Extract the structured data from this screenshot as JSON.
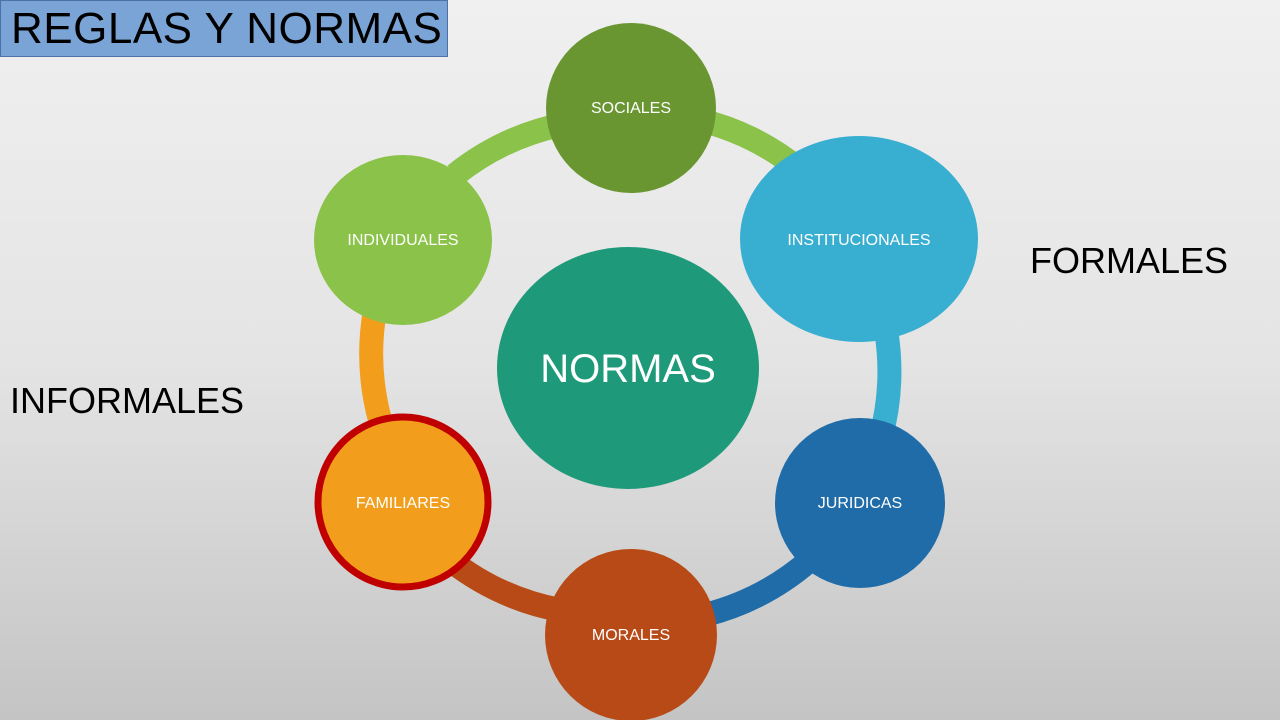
{
  "title": "REGLAS Y NORMAS",
  "labels": {
    "formales": "FORMALES",
    "informales": "INFORMALES"
  },
  "center": {
    "label": "NORMAS",
    "color": "#1e9a7a"
  },
  "nodes": [
    {
      "id": "sociales",
      "label": "SOCIALES",
      "color": "#6a9632"
    },
    {
      "id": "institucionales",
      "label": "INSTITUCIONALES",
      "color": "#38aed0"
    },
    {
      "id": "juridicas",
      "label": "JURIDICAS",
      "color": "#1f6ca8"
    },
    {
      "id": "morales",
      "label": "MORALES",
      "color": "#b74a17"
    },
    {
      "id": "familiares",
      "label": "FAMILIARES",
      "color": "#f29e1c",
      "highlight": "#c00000"
    },
    {
      "id": "individuales",
      "label": "INDIVIDUALES",
      "color": "#8bc249"
    }
  ],
  "ring_colors": {
    "sociales_institucionales": "#8bc249",
    "institucionales_juridicas": "#38aed0",
    "juridicas_morales": "#1f6ca8",
    "morales_familiares": "#b74a17",
    "familiares_individuales": "#f29e1c",
    "individuales_sociales": "#8bc249"
  }
}
